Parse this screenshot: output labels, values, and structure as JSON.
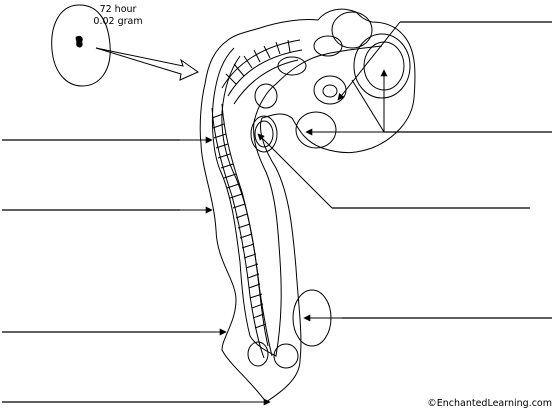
{
  "egg_inset": {
    "age_label": "72 hour",
    "weight_label": "0.02 gram"
  },
  "credit": "©EnchantedLearning.com",
  "label_blanks": {
    "count": 8,
    "left_side": 4,
    "right_side": 4,
    "filled_labels": []
  },
  "colors": {
    "line": "#000000",
    "background": "#ffffff"
  }
}
